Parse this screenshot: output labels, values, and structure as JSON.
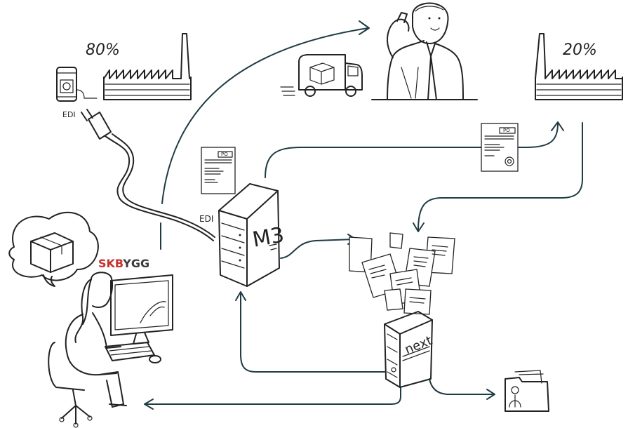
{
  "labels": {
    "percent_left": "80%",
    "percent_right": "20%",
    "edi_socket": "EDI",
    "edi_server": "EDI",
    "server_m3": "M3",
    "server_next": "next",
    "po_left": "PO",
    "po_right": "PO",
    "brand_red": "SKB",
    "brand_dark": "YGG"
  },
  "colors": {
    "ink": "#222222",
    "flow_arrow": "#1f3b44",
    "brand_red": "#c8312c",
    "brand_dark": "#3a3a3a"
  },
  "icons": [
    "factory-left-icon",
    "factory-right-icon",
    "power-socket-icon",
    "plug-cable-icon",
    "delivery-van-icon",
    "thinking-businessman-icon",
    "purchase-order-left-icon",
    "purchase-order-right-icon",
    "m3-server-icon",
    "loose-documents-icon",
    "next-server-icon",
    "employee-folder-icon",
    "thought-bubble-icon",
    "package-icon",
    "woman-at-computer-icon"
  ]
}
